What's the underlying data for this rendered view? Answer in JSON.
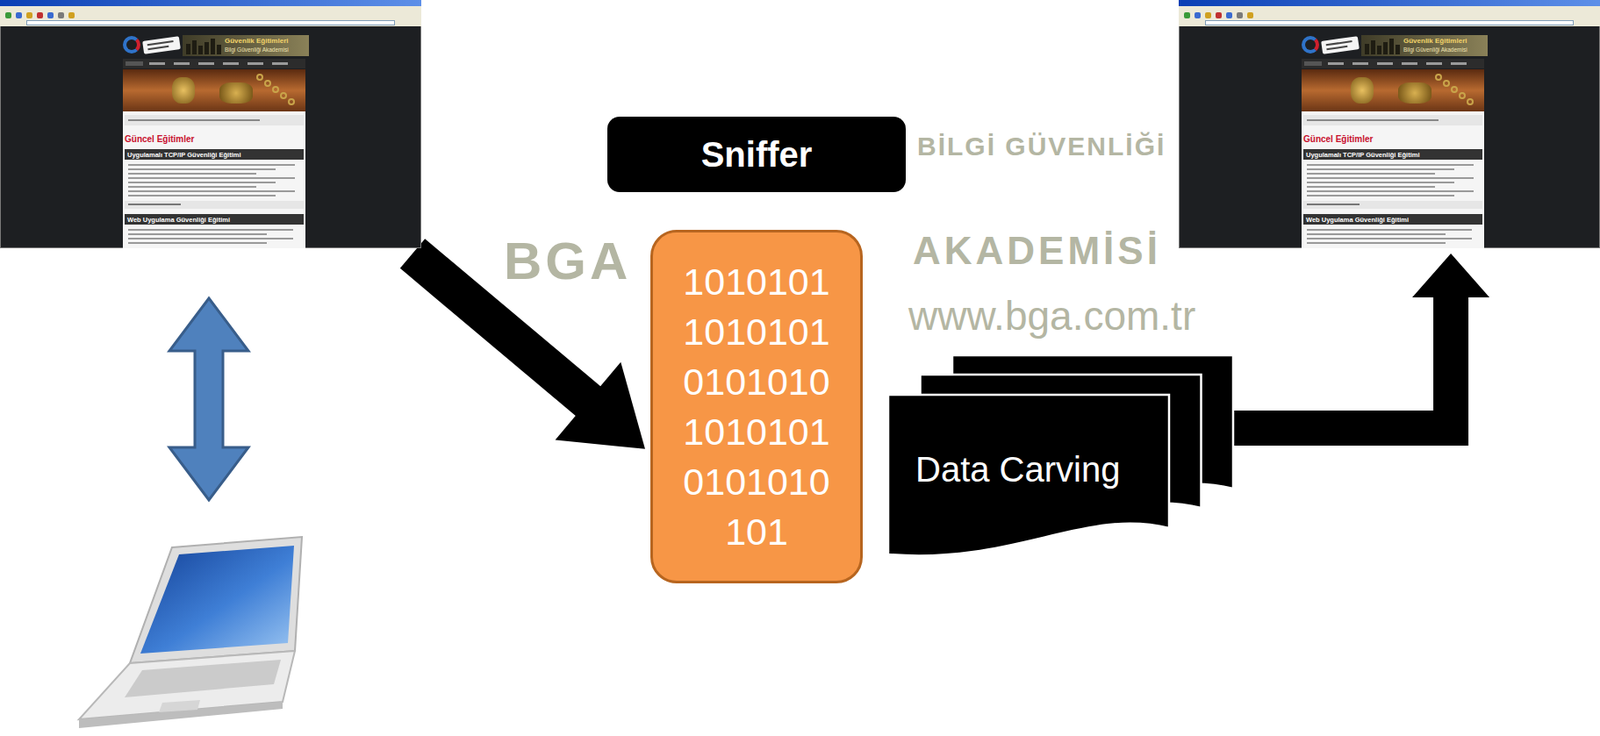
{
  "diagram": {
    "nodes": [
      {
        "text": [
          "Güvenlik Eğitimleri",
          "Bilgi Güvenliği Akademisi",
          "Güncel Eğitimler",
          "Uygulamalı TCP/IP Güvenliği Eğitimi",
          "Web Uygulama Güvenliği Eğitimi"
        ]
      },
      {
        "text": [
          "Sniffer"
        ]
      },
      {
        "text": [
          "1010101 1010101 0101010 1010101 0101010 101"
        ]
      },
      {
        "text": [
          "Data Carving"
        ]
      },
      {
        "text": [
          "Güvenlik Eğitimleri",
          "Bilgi Güvenliği Akademisi",
          "Güncel Eğitimler",
          "Uygulamalı TCP/IP Güvenliği Eğitimi",
          "Web Uygulama Güvenliği Eğitimi"
        ]
      }
    ],
    "edges": [
      {
        "from": 0,
        "to": 2,
        "arrow": "to"
      },
      {
        "from": 3,
        "to": 4,
        "arrow": "to"
      }
    ],
    "labels": [
      "BGA",
      "BİLGİ GÜVENLİĞİ",
      "AKADEMİSİ",
      "www.bga.com.tr"
    ]
  }
}
